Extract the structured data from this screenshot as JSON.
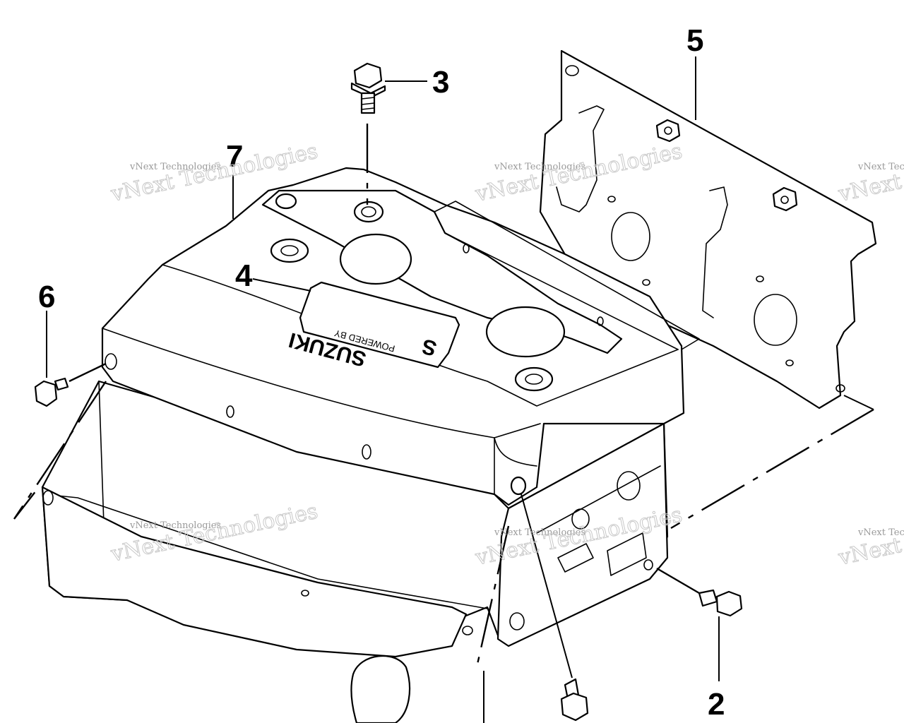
{
  "callouts": [
    {
      "label": "2"
    },
    {
      "label": "3"
    },
    {
      "label": "4"
    },
    {
      "label": "5"
    },
    {
      "label": "6"
    },
    {
      "label": "7"
    }
  ],
  "emblem": {
    "brand": "SUZUKI",
    "small_text": "POWERED BY",
    "logo_glyph": "S"
  },
  "watermark": {
    "line1": "vNext Technologies",
    "line2": "vNext Technologies"
  }
}
